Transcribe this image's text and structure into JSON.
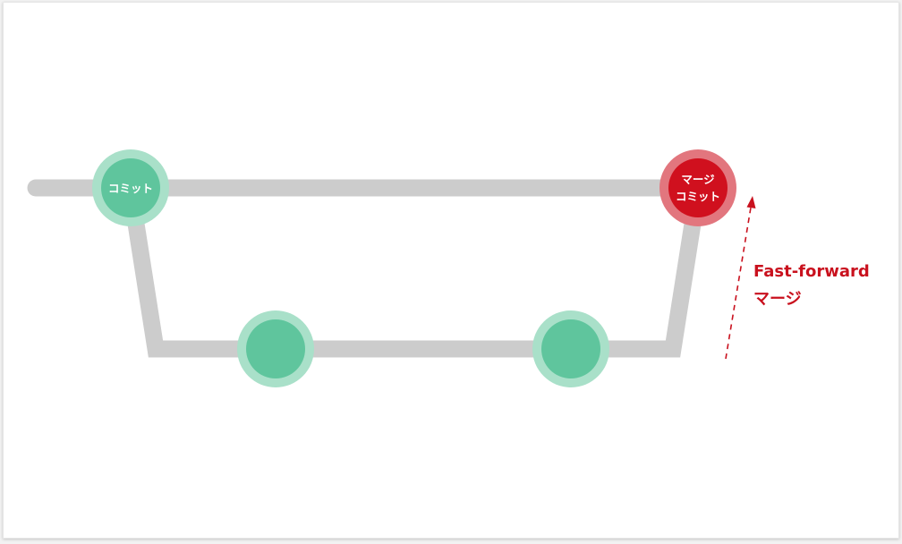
{
  "colors": {
    "line": "#cccccc",
    "node_green": "#5fc59d",
    "node_green_halo": "#a9e0c9",
    "node_red": "#d0101e",
    "node_red_halo": "#e2767e",
    "node_text": "#ffffff",
    "annotation": "#c9111e"
  },
  "nodes": {
    "start_commit_label": "コミット",
    "merge_commit_label_line1": "マージ",
    "merge_commit_label_line2": "コミット"
  },
  "annotation": {
    "line1": "Fast-forward",
    "line2": "マージ"
  }
}
